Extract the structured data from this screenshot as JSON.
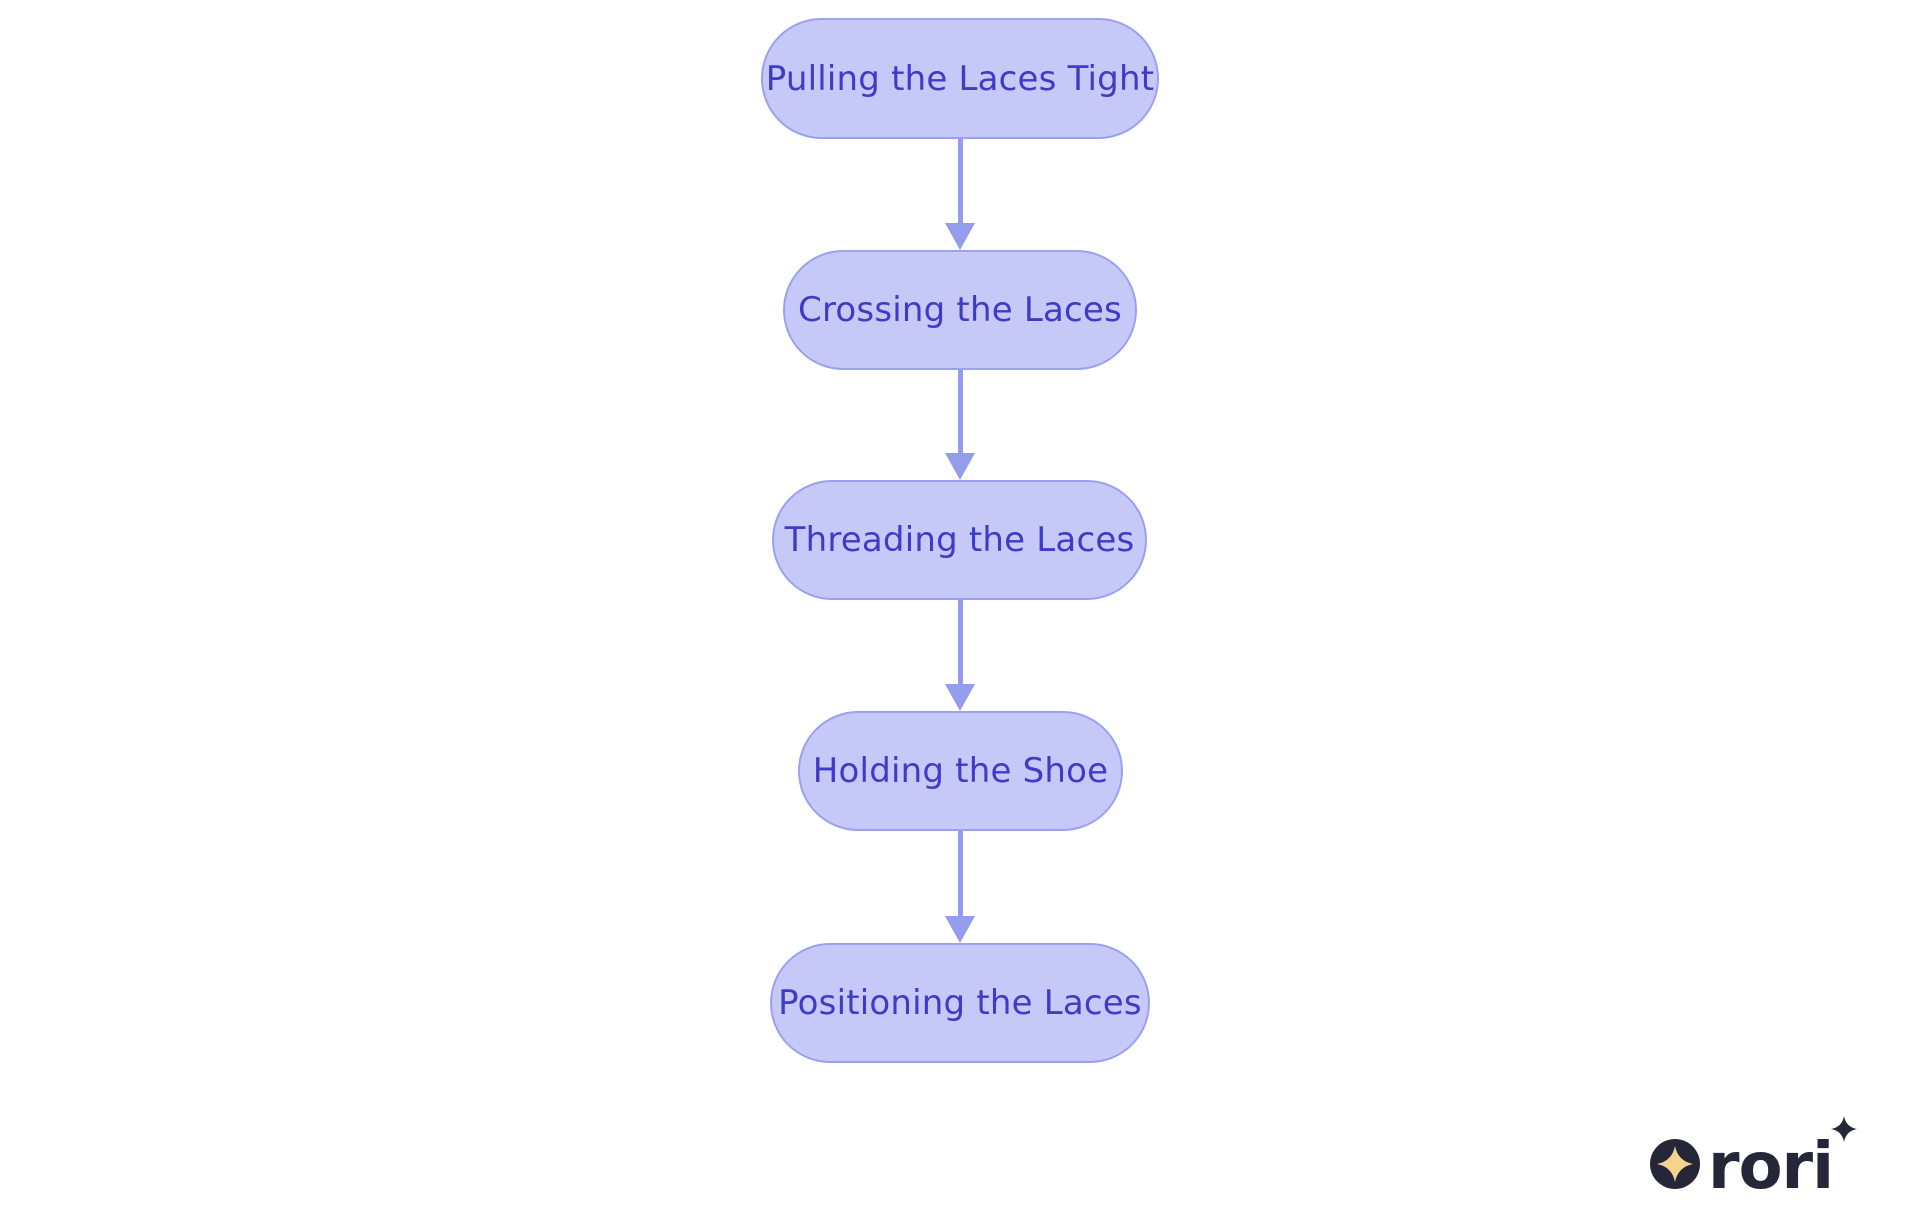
{
  "diagram": {
    "type": "flowchart",
    "direction": "top-down",
    "background": "#ffffff",
    "node_fill": "#c6c9f8",
    "node_border": "#9aa1f1",
    "node_text_color": "#3d3bc7",
    "arrow_color": "#949ced",
    "nodes": [
      {
        "id": "node-1",
        "label": "Pulling the Laces Tight"
      },
      {
        "id": "node-2",
        "label": "Crossing the Laces"
      },
      {
        "id": "node-3",
        "label": "Threading the Laces"
      },
      {
        "id": "node-4",
        "label": "Holding the Shoe"
      },
      {
        "id": "node-5",
        "label": "Positioning the Laces"
      }
    ],
    "edges": [
      {
        "from": "node-1",
        "to": "node-2"
      },
      {
        "from": "node-2",
        "to": "node-3"
      },
      {
        "from": "node-3",
        "to": "node-4"
      },
      {
        "from": "node-4",
        "to": "node-5"
      }
    ]
  },
  "logo": {
    "wordmark": "rori",
    "mark_color": "#262639",
    "star_color": "#f5d58d"
  }
}
